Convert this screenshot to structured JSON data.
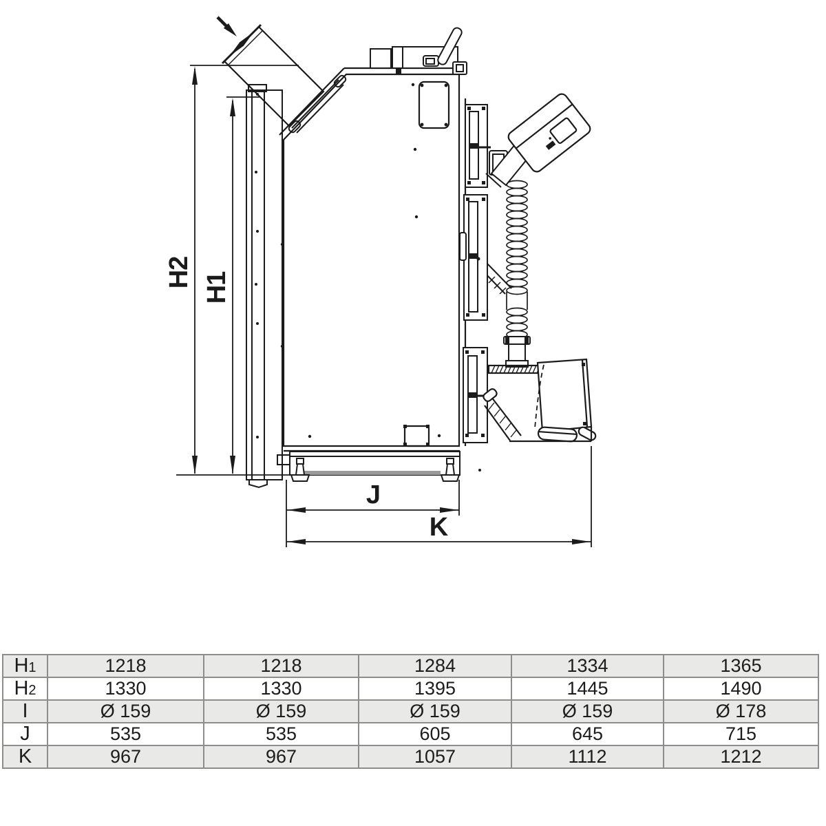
{
  "drawing": {
    "labels": {
      "h2": "H2",
      "h1": "H1",
      "j": "J",
      "k": "K"
    },
    "line_color": "#1b1b1b"
  },
  "table": {
    "rows": [
      {
        "label_base": "H",
        "label_sub": "1",
        "values": [
          "1218",
          "1218",
          "1284",
          "1334",
          "1365"
        ]
      },
      {
        "label_base": "H",
        "label_sub": "2",
        "values": [
          "1330",
          "1330",
          "1395",
          "1445",
          "1490"
        ]
      },
      {
        "label_base": "I",
        "label_sub": "",
        "values": [
          "Ø 159",
          "Ø 159",
          "Ø 159",
          "Ø 159",
          "Ø 178"
        ]
      },
      {
        "label_base": "J",
        "label_sub": "",
        "values": [
          "535",
          "535",
          "605",
          "645",
          "715"
        ]
      },
      {
        "label_base": "K",
        "label_sub": "",
        "values": [
          "967",
          "967",
          "1057",
          "1112",
          "1212"
        ]
      }
    ]
  }
}
